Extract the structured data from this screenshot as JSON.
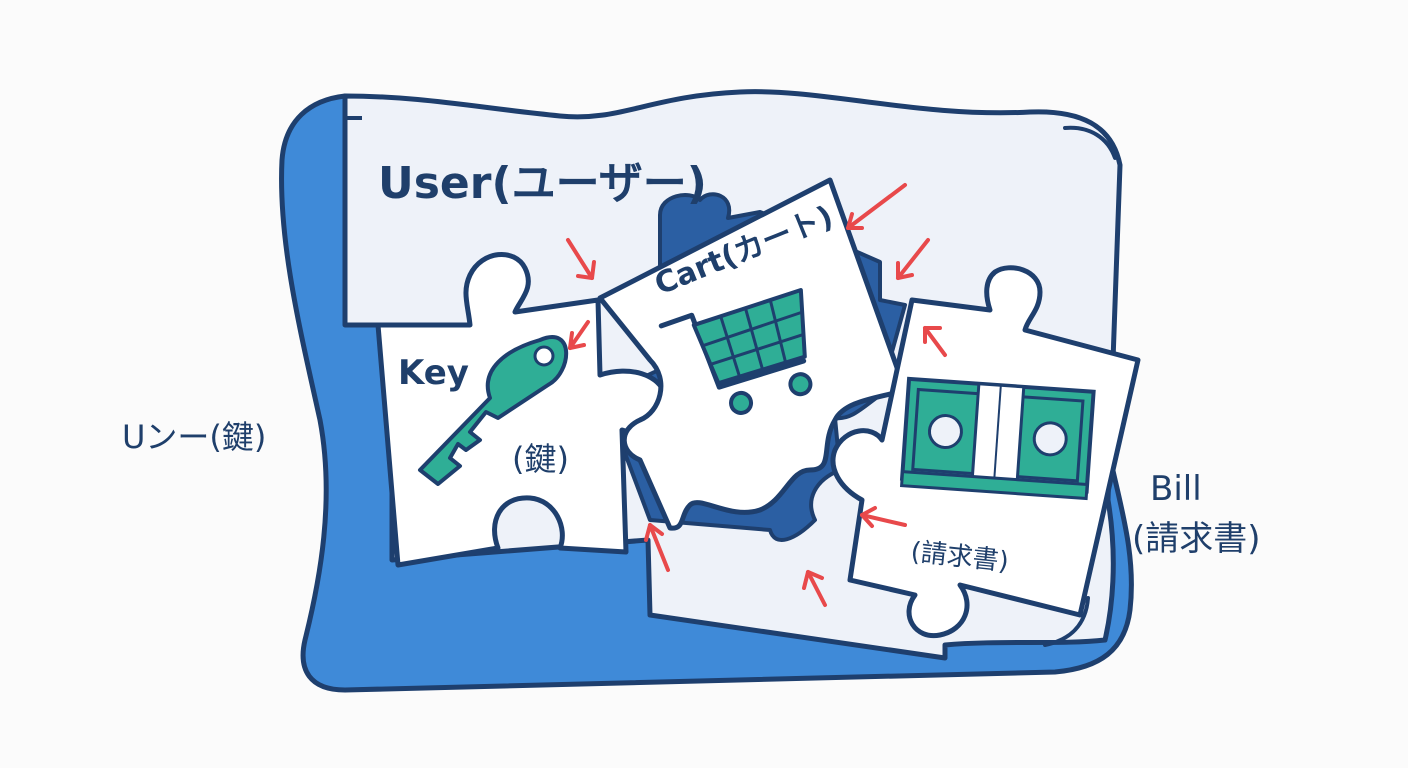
{
  "labels": {
    "user": "User(ユーザー)",
    "cart": "Cart(カート)",
    "key": "Key",
    "key_jp": "(鍵)",
    "left_side": "Uンー(鍵)",
    "bill": "Bill",
    "bill_jp": "(請求書)",
    "bill_inner": "(請求書)"
  },
  "icons": [
    "key-icon",
    "cart-icon",
    "banknote-icon",
    "arrow-icon"
  ],
  "colors": {
    "outline": "#1e3f6e",
    "frame_blue": "#3f8ad8",
    "panel": "#eef2f9",
    "card": "#ffffff",
    "teal": "#2fae96",
    "dark_blue": "#2b5fa3",
    "arrow": "#e8494b",
    "text": "#1f3f6b"
  }
}
